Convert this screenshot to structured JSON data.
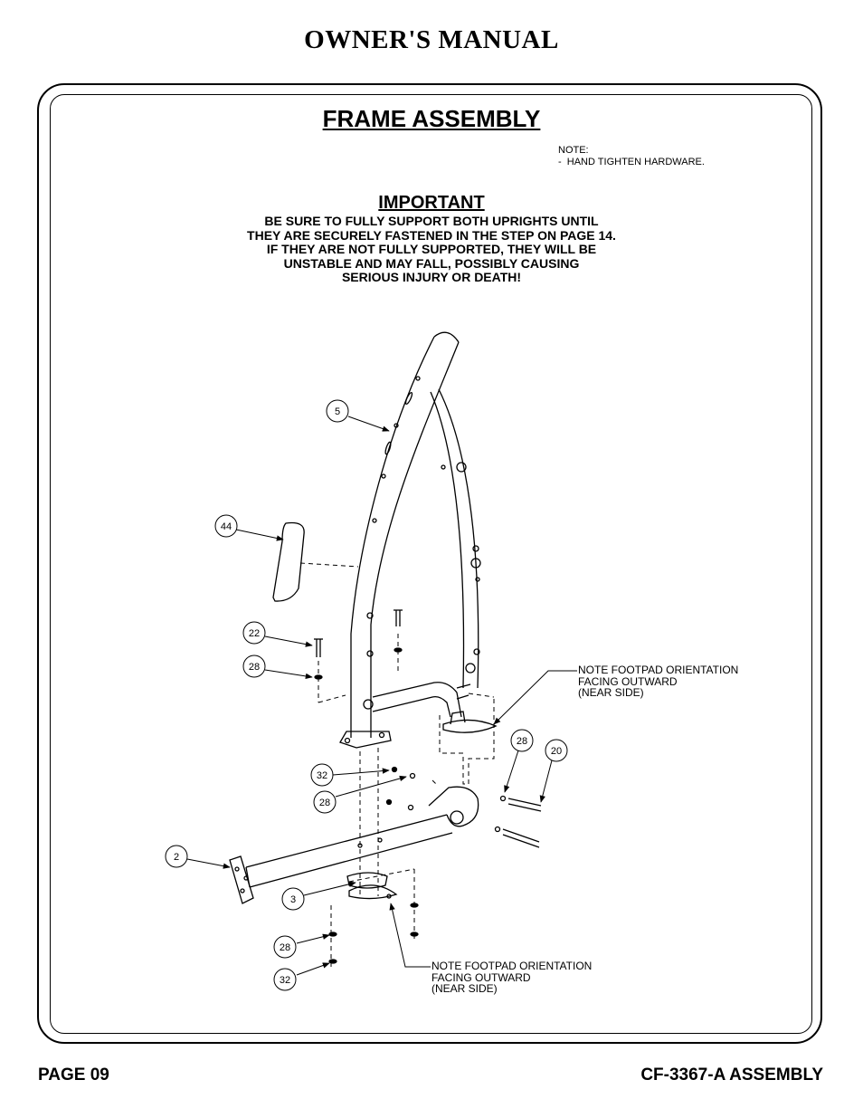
{
  "header": {
    "title": "OWNER'S MANUAL"
  },
  "section": {
    "title": "FRAME ASSEMBLY"
  },
  "note": {
    "label": "NOTE:",
    "line1": "-  HAND TIGHTEN HARDWARE."
  },
  "important": {
    "heading": "IMPORTANT",
    "lines": [
      "BE SURE TO FULLY SUPPORT BOTH UPRIGHTS UNTIL",
      "THEY ARE SECURELY FASTENED IN THE STEP ON PAGE 14.",
      "IF THEY ARE NOT FULLY SUPPORTED, THEY WILL BE",
      "UNSTABLE AND MAY FALL, POSSIBLY CAUSING",
      "SERIOUS INJURY OR DEATH!"
    ]
  },
  "callouts": {
    "upper_footpad": [
      "NOTE FOOTPAD ORIENTATION",
      "FACING OUTWARD",
      "(NEAR SIDE)"
    ],
    "lower_footpad": [
      "NOTE FOOTPAD ORIENTATION",
      "FACING OUTWARD",
      "(NEAR SIDE)"
    ]
  },
  "parts": [
    "5",
    "44",
    "22",
    "28",
    "28",
    "20",
    "32",
    "28",
    "2",
    "3",
    "28",
    "32"
  ],
  "footer": {
    "page": "PAGE 09",
    "model": "CF-3367-A ASSEMBLY"
  }
}
